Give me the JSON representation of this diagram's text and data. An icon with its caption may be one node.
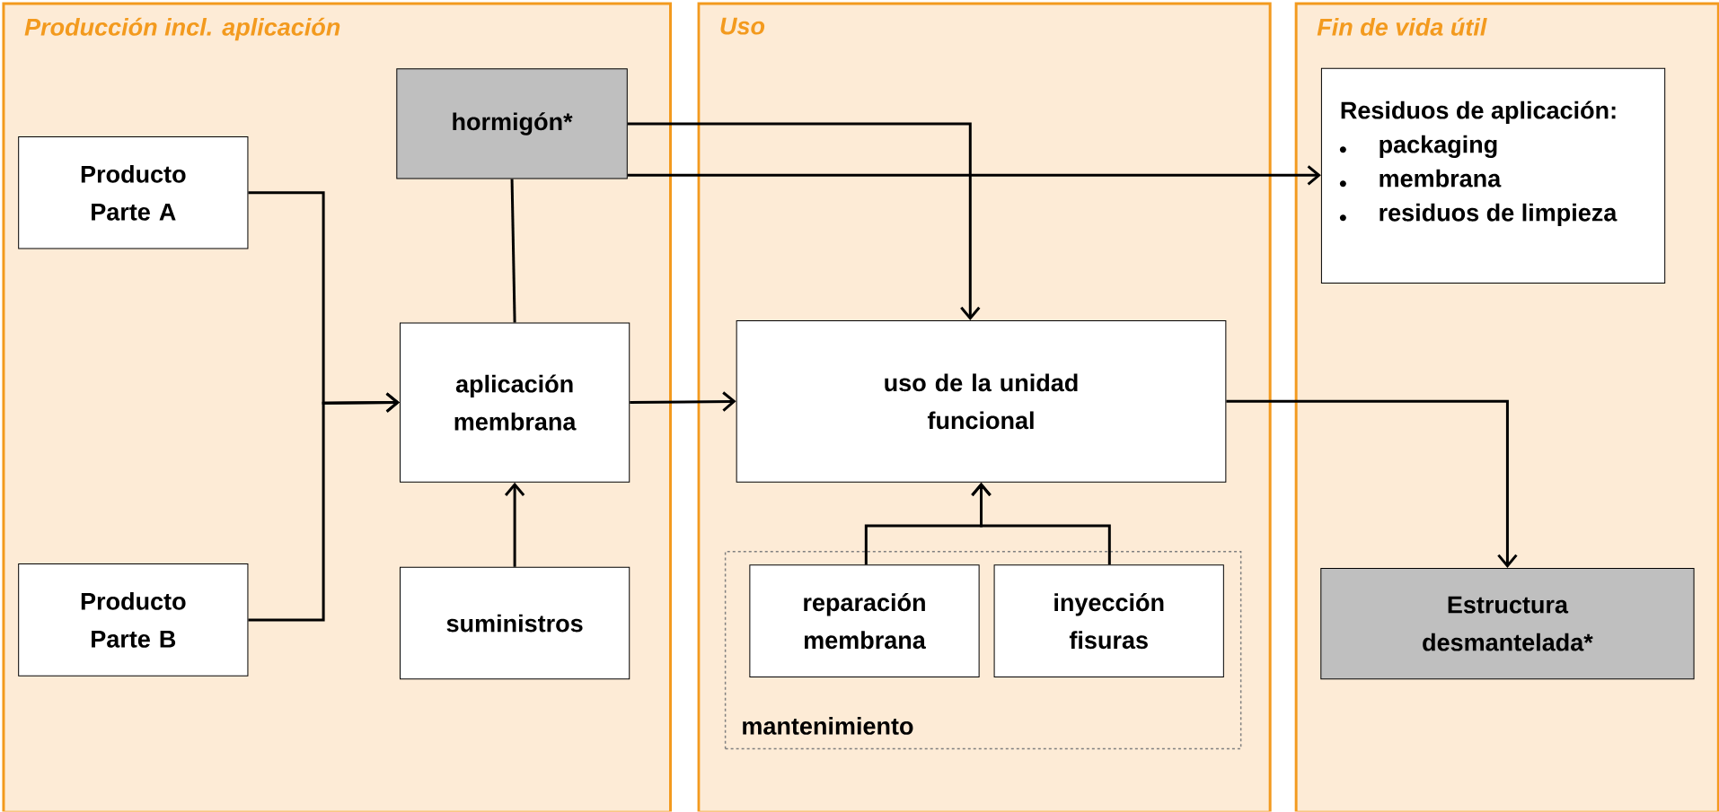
{
  "diagram": {
    "nodes": [
      {
        "text": [
          "Producción incl. aplicación"
        ]
      },
      {
        "text": [
          "Producto Parte A"
        ],
        "in": 0
      },
      {
        "text": [
          "hormigón*"
        ],
        "in": 0
      },
      {
        "text": [
          "aplicación membrana"
        ],
        "in": 0
      },
      {
        "text": [
          "Producto Parte B"
        ],
        "in": 0
      },
      {
        "text": [
          "suministros"
        ],
        "in": 0
      },
      {
        "text": [
          "Uso"
        ]
      },
      {
        "text": [
          "uso de la unidad funcional"
        ],
        "in": 6
      },
      {
        "text": [
          "mantenimiento"
        ],
        "in": 6
      },
      {
        "text": [
          "reparación membrana"
        ],
        "in": 8
      },
      {
        "text": [
          "inyección fisuras"
        ],
        "in": 8
      },
      {
        "text": [
          "Fin de vida útil"
        ]
      },
      {
        "text": [
          "Residuos de aplicación:",
          "packaging",
          "membrana",
          "residuos de limpieza"
        ],
        "in": 11
      },
      {
        "text": [
          "Estructura desmantelada*"
        ],
        "in": 11
      }
    ],
    "edges": [
      {
        "from": 1,
        "to": 3,
        "arrow": "to"
      },
      {
        "from": 4,
        "to": 3,
        "arrow": "to"
      },
      {
        "from": 2,
        "to": 3,
        "arrow": "none"
      },
      {
        "from": 2,
        "to": 7,
        "arrow": "to"
      },
      {
        "from": 2,
        "to": 12,
        "arrow": "to"
      },
      {
        "from": 5,
        "to": 3,
        "arrow": "to"
      },
      {
        "from": 3,
        "to": 7,
        "arrow": "to"
      },
      {
        "from": 9,
        "to": 7,
        "arrow": "to"
      },
      {
        "from": 10,
        "to": 7,
        "arrow": "to"
      },
      {
        "from": 7,
        "to": 13,
        "arrow": "to"
      }
    ]
  }
}
